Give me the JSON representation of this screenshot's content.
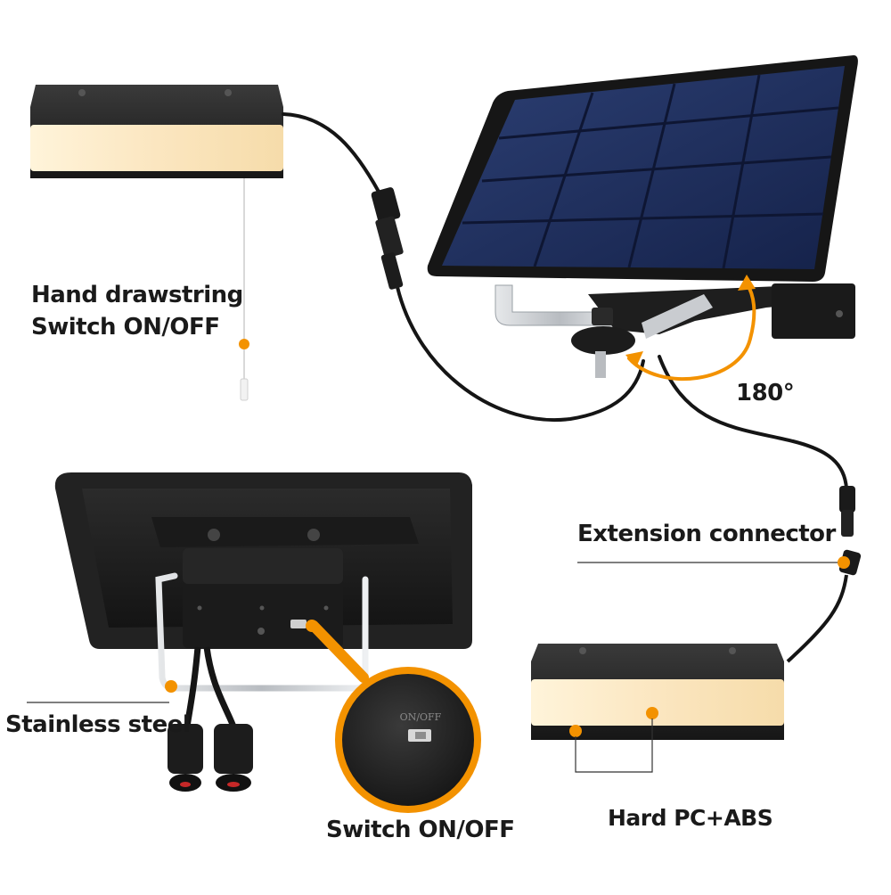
{
  "labels": {
    "hand_drawstring_line1": "Hand drawstring",
    "hand_drawstring_line2": "Switch ON/OFF",
    "angle": "180°",
    "extension_connector": "Extension connector",
    "stainless_steel": "Stainless steel",
    "switch_on_off": "Switch ON/OFF",
    "material": "Hard PC+ABS",
    "switch_zoom_text": "ON/OFF"
  },
  "colors": {
    "accent": "#f39200",
    "panel_blue": "#1b2a55",
    "housing": "#1e1e1e",
    "light_glow": "#f8e8c8",
    "cable": "#151515",
    "steel": "#c9ccd0",
    "text": "#1a1a1a"
  }
}
